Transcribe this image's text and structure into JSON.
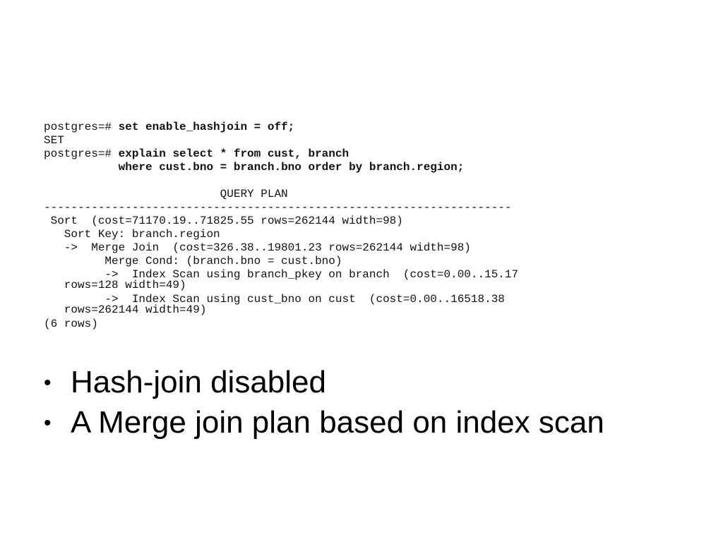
{
  "terminal": {
    "line1_prompt": "postgres=# ",
    "line1_cmd": "set enable_hashjoin = off;",
    "line2": "SET",
    "line3_prompt": "postgres=# ",
    "line3_cmd": "explain select * from cust, branch",
    "line4_cmd": "where cust.bno = branch.bno order by branch.region;",
    "header": "QUERY PLAN",
    "separator": "---------------------------------------------------------------------",
    "plan": [
      " Sort  (cost=71170.19..71825.55 rows=262144 width=98)",
      "   Sort Key: branch.region",
      "   ->  Merge Join  (cost=326.38..19801.23 rows=262144 width=98)",
      "         Merge Cond: (branch.bno = cust.bno)",
      "         ->  Index Scan using branch_pkey on branch  (cost=0.00..15.17",
      "   rows=128 width=49)",
      "         ->  Index Scan using cust_bno on cust  (cost=0.00..16518.38",
      "   rows=262144 width=49)"
    ],
    "rows": "(6 rows)"
  },
  "bullets": [
    "Hash-join disabled",
    "A Merge join plan based on index scan"
  ],
  "bullet_glyph": "•"
}
